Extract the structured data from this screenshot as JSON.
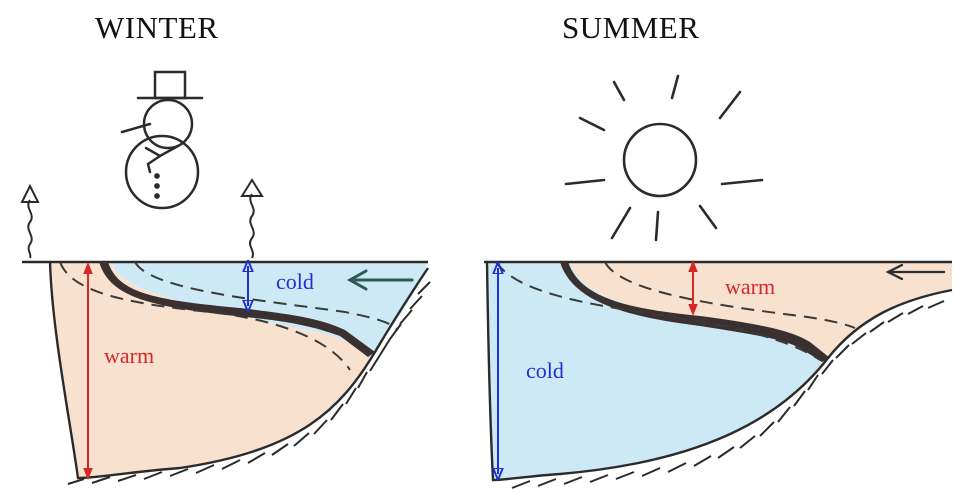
{
  "panels": {
    "winter": {
      "title": "WINTER",
      "labels": {
        "top_layer": "cold",
        "bottom_layer": "warm"
      },
      "icons": [
        "snowman-icon",
        "wind-arrow-icon"
      ]
    },
    "summer": {
      "title": "SUMMER",
      "labels": {
        "top_layer": "warm",
        "bottom_layer": "cold"
      },
      "icons": [
        "sun-icon",
        "wind-arrow-icon"
      ]
    }
  },
  "colors": {
    "cold_water": "#cde9f6",
    "warm_water": "#f8e1cf",
    "warm_arrow": "#d62828",
    "cold_arrow": "#1f2fd0",
    "ink": "#2b2b2b"
  }
}
